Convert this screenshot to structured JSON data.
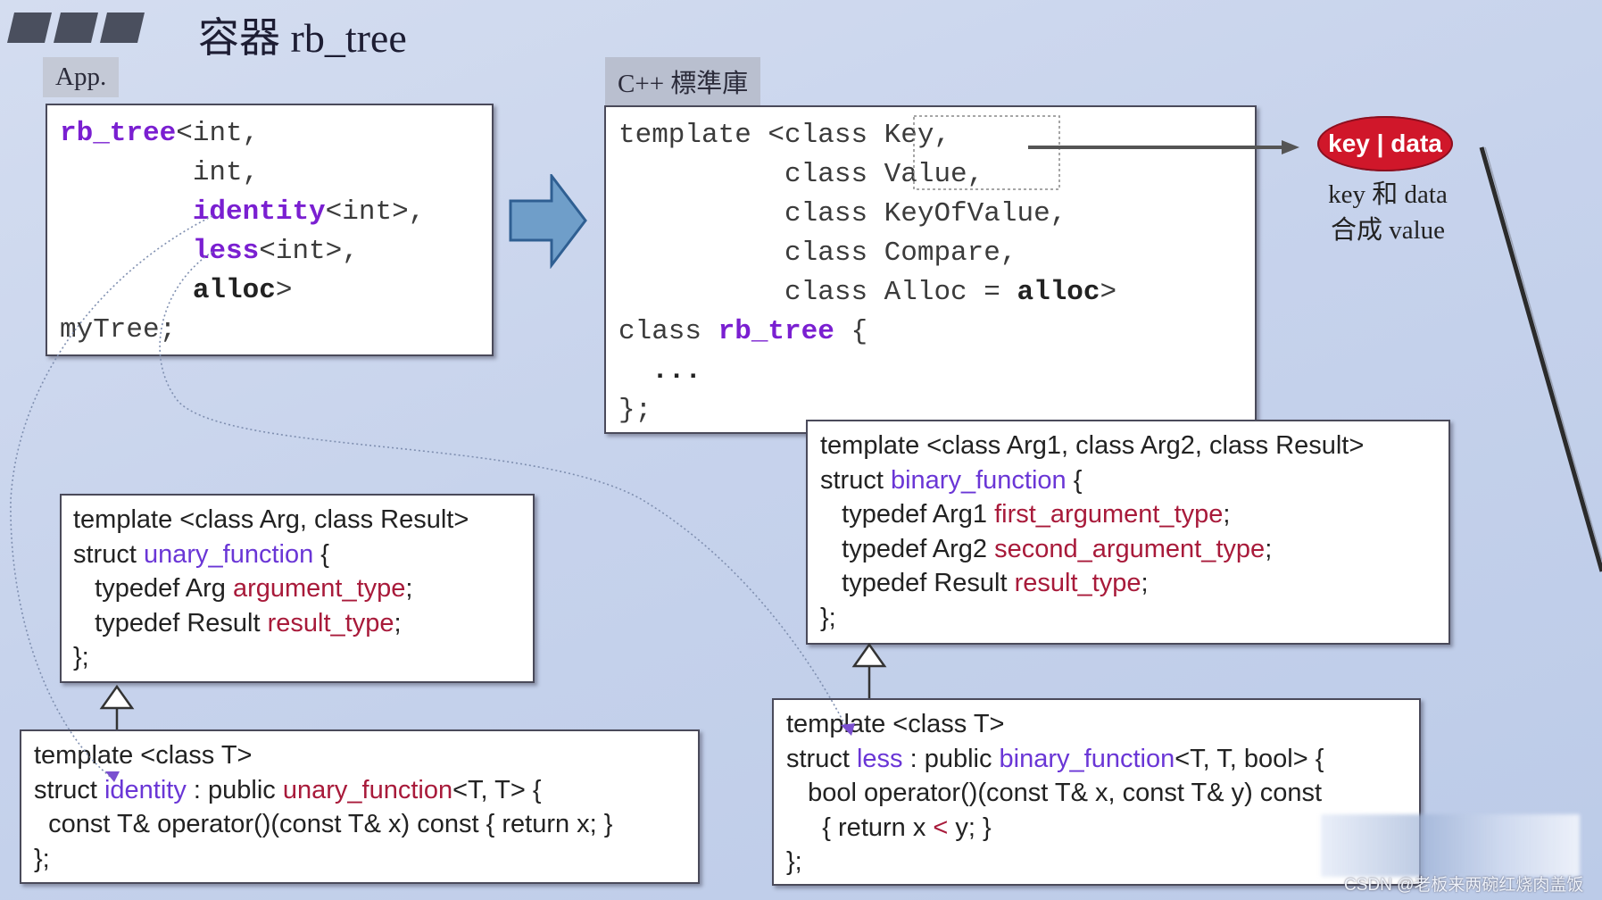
{
  "header": {
    "title": "容器 rb_tree"
  },
  "app_panel": {
    "tab_label": "App.",
    "code_lines": [
      [
        {
          "t": "rb_tree",
          "s": "kw"
        },
        {
          "t": "<int,",
          "s": ""
        }
      ],
      [
        {
          "t": "        int,",
          "s": ""
        }
      ],
      [
        {
          "t": "        ",
          "s": ""
        },
        {
          "t": "identity",
          "s": "kw"
        },
        {
          "t": "<int>,",
          "s": ""
        }
      ],
      [
        {
          "t": "        ",
          "s": ""
        },
        {
          "t": "less",
          "s": "kw"
        },
        {
          "t": "<int>,",
          "s": ""
        }
      ],
      [
        {
          "t": "        ",
          "s": ""
        },
        {
          "t": "alloc",
          "s": "bd"
        },
        {
          "t": ">",
          "s": ""
        }
      ],
      [
        {
          "t": "myTree;",
          "s": ""
        }
      ]
    ]
  },
  "std_panel": {
    "tab_label": "C++ 標準庫",
    "code_lines": [
      [
        {
          "t": "template <class Key,",
          "s": ""
        }
      ],
      [
        {
          "t": "          class Value,",
          "s": ""
        }
      ],
      [
        {
          "t": "          class KeyOfValue,",
          "s": ""
        }
      ],
      [
        {
          "t": "          class Compare,",
          "s": ""
        }
      ],
      [
        {
          "t": "          class Alloc = ",
          "s": ""
        },
        {
          "t": "alloc",
          "s": "bd"
        },
        {
          "t": ">",
          "s": ""
        }
      ],
      [
        {
          "t": "class ",
          "s": ""
        },
        {
          "t": "rb_tree",
          "s": "kw"
        },
        {
          "t": " {",
          "s": ""
        }
      ],
      [
        {
          "t": "  ...",
          "s": "bd"
        }
      ],
      [
        {
          "t": "};",
          "s": ""
        }
      ]
    ]
  },
  "key_data": {
    "badge": "key | data",
    "note_line1": "key 和 data",
    "note_line2": "合成 value"
  },
  "binary_function_box": {
    "lines": [
      [
        {
          "t": "template <class Arg1, class Arg2, class Result>",
          "s": ""
        }
      ],
      [
        {
          "t": "struct ",
          "s": ""
        },
        {
          "t": "binary_function",
          "s": "v"
        },
        {
          "t": " {",
          "s": ""
        }
      ],
      [
        {
          "t": "   typedef Arg1 ",
          "s": ""
        },
        {
          "t": "first_argument_type",
          "s": "r"
        },
        {
          "t": ";",
          "s": ""
        }
      ],
      [
        {
          "t": "   typedef Arg2 ",
          "s": ""
        },
        {
          "t": "second_argument_type",
          "s": "r"
        },
        {
          "t": ";",
          "s": ""
        }
      ],
      [
        {
          "t": "   typedef Result ",
          "s": ""
        },
        {
          "t": "result_type",
          "s": "r"
        },
        {
          "t": ";",
          "s": ""
        }
      ],
      [
        {
          "t": "};",
          "s": ""
        }
      ]
    ]
  },
  "unary_function_box": {
    "lines": [
      [
        {
          "t": "template <class Arg, class Result>",
          "s": ""
        }
      ],
      [
        {
          "t": "struct ",
          "s": ""
        },
        {
          "t": "unary_function",
          "s": "v"
        },
        {
          "t": " {",
          "s": ""
        }
      ],
      [
        {
          "t": "   typedef Arg ",
          "s": ""
        },
        {
          "t": "argument_type",
          "s": "r"
        },
        {
          "t": ";",
          "s": ""
        }
      ],
      [
        {
          "t": "   typedef Result ",
          "s": ""
        },
        {
          "t": "result_type",
          "s": "r"
        },
        {
          "t": ";",
          "s": ""
        }
      ],
      [
        {
          "t": "};",
          "s": ""
        }
      ]
    ]
  },
  "identity_box": {
    "lines": [
      [
        {
          "t": "template <class T>",
          "s": ""
        }
      ],
      [
        {
          "t": "struct ",
          "s": ""
        },
        {
          "t": "identity",
          "s": "v"
        },
        {
          "t": " : public ",
          "s": ""
        },
        {
          "t": "unary_function",
          "s": "r"
        },
        {
          "t": "<T, T> {",
          "s": ""
        }
      ],
      [
        {
          "t": "  const T& operator()(const T& x) const { return x; }",
          "s": ""
        }
      ],
      [
        {
          "t": "};",
          "s": ""
        }
      ]
    ]
  },
  "less_box": {
    "lines": [
      [
        {
          "t": "template <class T>",
          "s": ""
        }
      ],
      [
        {
          "t": "struct ",
          "s": ""
        },
        {
          "t": "less",
          "s": "v"
        },
        {
          "t": " : public ",
          "s": ""
        },
        {
          "t": "binary_function",
          "s": "v"
        },
        {
          "t": "<T, T, bool> {",
          "s": ""
        }
      ],
      [
        {
          "t": "   bool operator()(const T& x, const T& y) const",
          "s": ""
        }
      ],
      [
        {
          "t": "     { return x ",
          "s": ""
        },
        {
          "t": "<",
          "s": "r"
        },
        {
          "t": " y; }",
          "s": ""
        }
      ],
      [
        {
          "t": "};",
          "s": ""
        }
      ]
    ]
  },
  "watermark": "CSDN @老板来两碗红烧肉盖饭",
  "colors": {
    "keyword": "#7a1fd1",
    "type_name": "#6a36d6",
    "typedef_name": "#a81a3a",
    "badge": "#d0172a"
  }
}
